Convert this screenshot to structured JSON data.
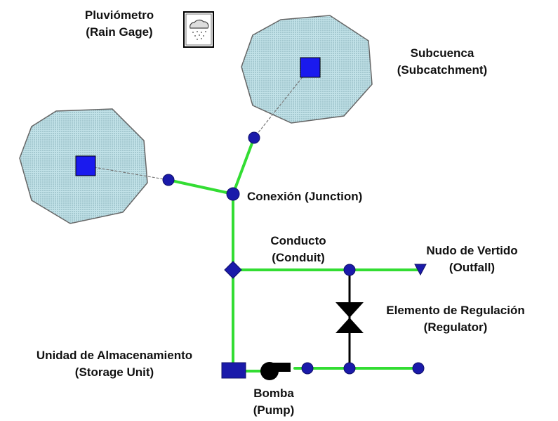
{
  "labels": {
    "rain_gage": {
      "es": "Pluviómetro",
      "en": "(Rain Gage)"
    },
    "subcatchment": {
      "es": "Subcuenca",
      "en": "(Subcatchment)"
    },
    "junction": {
      "text": "Conexión (Junction)"
    },
    "conduit": {
      "es": "Conducto",
      "en": "(Conduit)"
    },
    "outfall": {
      "es": "Nudo de Vertido",
      "en": "(Outfall)"
    },
    "regulator": {
      "es": "Elemento de Regulación",
      "en": "(Regulator)"
    },
    "storage_unit": {
      "es": "Unidad de Almacenamiento",
      "en": "(Storage Unit)"
    },
    "pump": {
      "es": "Bomba",
      "en": "(Pump)"
    }
  },
  "colors": {
    "link": "#33dd33",
    "node": "#1a1aaa",
    "catchment_fill": "#bfe0e6",
    "catchment_stroke": "#666666",
    "regulator": "#000000"
  },
  "icons": [
    "rain-gage-icon",
    "pump-icon",
    "regulator-valve-icon",
    "outfall-icon",
    "storage-unit-icon"
  ]
}
